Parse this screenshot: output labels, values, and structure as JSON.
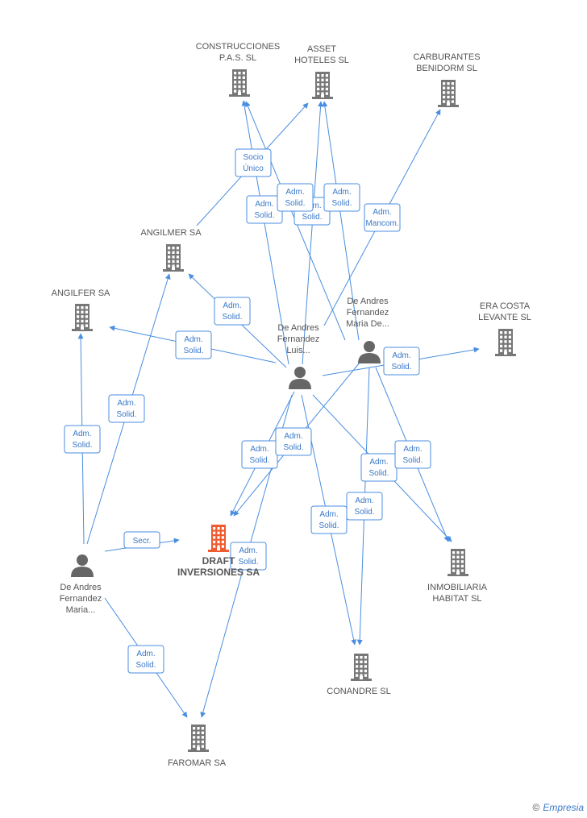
{
  "colors": {
    "edge": "#4a8ee0",
    "company": "#777777",
    "focus": "#ef5a2f",
    "person": "#666666",
    "label": "#555555"
  },
  "nodes": [
    {
      "id": "construcciones",
      "kind": "company",
      "label": [
        "CONSTRUCCIONES",
        "P.A.S. SL"
      ]
    },
    {
      "id": "asset",
      "kind": "company",
      "label": [
        "ASSET",
        "HOTELES SL"
      ]
    },
    {
      "id": "carburantes",
      "kind": "company",
      "label": [
        "CARBURANTES",
        "BENIDORM SL"
      ]
    },
    {
      "id": "angilmer",
      "kind": "company",
      "label": [
        "ANGILMER SA"
      ]
    },
    {
      "id": "angilfer",
      "kind": "company",
      "label": [
        "ANGILFER SA"
      ]
    },
    {
      "id": "eracosta",
      "kind": "company",
      "label": [
        "ERA COSTA",
        "LEVANTE SL"
      ]
    },
    {
      "id": "draft",
      "kind": "focus",
      "label": [
        "DRAFT",
        "INVERSIONES SA"
      ]
    },
    {
      "id": "inmobiliaria",
      "kind": "company",
      "label": [
        "INMOBILIARIA",
        "HABITAT SL"
      ]
    },
    {
      "id": "conandre",
      "kind": "company",
      "label": [
        "CONANDRE SL"
      ]
    },
    {
      "id": "faromar",
      "kind": "company",
      "label": [
        "FAROMAR SA"
      ]
    },
    {
      "id": "luis",
      "kind": "person",
      "label": [
        "De Andres",
        "Fernandez",
        "Luis..."
      ]
    },
    {
      "id": "mariade",
      "kind": "person",
      "label": [
        "De Andres",
        "Fernandez",
        "Maria De..."
      ]
    },
    {
      "id": "maria",
      "kind": "person",
      "label": [
        "De Andres",
        "Fernandez",
        "Maria..."
      ]
    }
  ],
  "edges": [
    {
      "from": "luis",
      "to": "construcciones",
      "label": [
        "Adm.",
        "Solid."
      ]
    },
    {
      "from": "luis",
      "to": "asset",
      "label": [
        "Adm.",
        "Solid."
      ]
    },
    {
      "from": "luis",
      "to": "angilmer",
      "label": [
        "Adm.",
        "Solid."
      ]
    },
    {
      "from": "luis",
      "to": "angilfer",
      "label": [
        "Adm.",
        "Solid."
      ]
    },
    {
      "from": "luis",
      "to": "eracosta",
      "label": [
        "Adm.",
        "Solid."
      ]
    },
    {
      "from": "luis",
      "to": "draft",
      "label": [
        "Adm.",
        "Solid."
      ]
    },
    {
      "from": "luis",
      "to": "faromar",
      "label": [
        "Adm.",
        "Solid."
      ]
    },
    {
      "from": "luis",
      "to": "conandre",
      "label": [
        "Adm.",
        "Solid."
      ]
    },
    {
      "from": "luis",
      "to": "inmobiliaria",
      "label": [
        "Adm.",
        "Solid."
      ]
    },
    {
      "from": "mariade",
      "to": "construcciones",
      "label": [
        "Adm.",
        "Solid."
      ]
    },
    {
      "from": "mariade",
      "to": "asset",
      "label": [
        "Adm.",
        "Solid."
      ]
    },
    {
      "from": "mariade",
      "to": "carburantes",
      "label": [
        "Adm.",
        "Mancom."
      ]
    },
    {
      "from": "mariade",
      "to": "draft",
      "label": [
        "Adm.",
        "Solid."
      ]
    },
    {
      "from": "mariade",
      "to": "conandre",
      "label": [
        "Adm.",
        "Solid."
      ]
    },
    {
      "from": "mariade",
      "to": "inmobiliaria",
      "label": [
        "Adm.",
        "Solid."
      ]
    },
    {
      "from": "angilmer",
      "to": "asset",
      "label": [
        "Socio",
        "Único"
      ]
    },
    {
      "from": "maria",
      "to": "angilfer",
      "label": [
        "Adm.",
        "Solid."
      ]
    },
    {
      "from": "maria",
      "to": "angilmer",
      "label": [
        "Adm.",
        "Solid."
      ]
    },
    {
      "from": "maria",
      "to": "draft",
      "label": [
        "Secr."
      ]
    },
    {
      "from": "maria",
      "to": "faromar",
      "label": [
        "Adm.",
        "Solid."
      ]
    }
  ],
  "brand": {
    "copyright": "©",
    "name": "Empresia"
  }
}
